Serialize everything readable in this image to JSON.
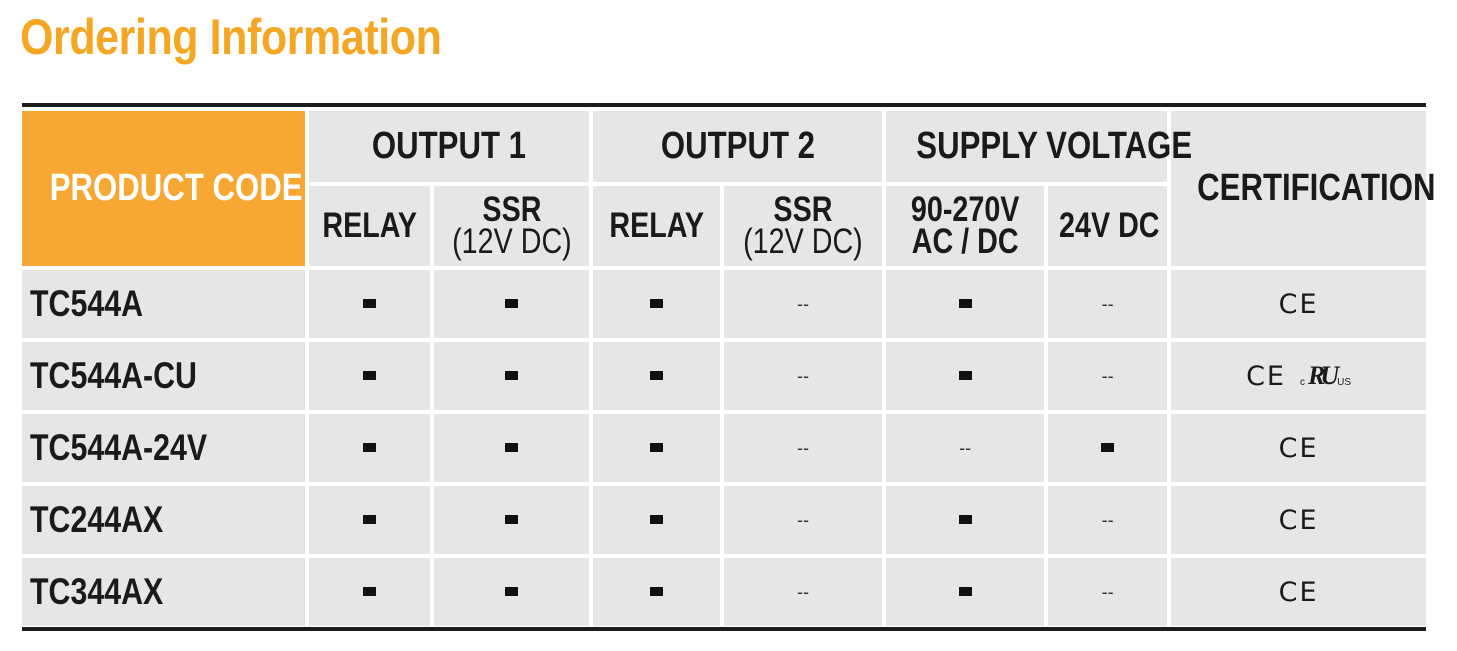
{
  "title": "Ordering Information",
  "header": {
    "product_code": "PRODUCT CODE",
    "output1": "OUTPUT 1",
    "output2": "OUTPUT 2",
    "supply_voltage": "SUPPLY VOLTAGE",
    "certification": "CERTIFICATION",
    "sub": {
      "relay": "RELAY",
      "ssr_line1": "SSR",
      "ssr_line2": "(12V DC)",
      "ac_line1": "90-270V",
      "ac_line2": "AC / DC",
      "dc24": "24V DC"
    }
  },
  "rows": [
    {
      "code": "TC544A",
      "cert": "CE",
      "ul": false
    },
    {
      "code": "TC544A-CU",
      "cert": "CE",
      "ul": true
    },
    {
      "code": "TC544A-24V",
      "cert": "CE",
      "ul": false
    },
    {
      "code": "TC244AX",
      "cert": "CE",
      "ul": false
    },
    {
      "code": "TC344AX",
      "cert": "CE",
      "ul": false
    }
  ],
  "cells": {
    "dash": "--",
    "ul_mark": "RU",
    "ul_c": "c",
    "ul_us": "US"
  },
  "marks": {
    "row0": [
      1,
      1,
      1,
      0,
      1,
      0
    ],
    "row1": [
      1,
      1,
      1,
      0,
      1,
      0
    ],
    "row2": [
      1,
      1,
      1,
      0,
      0,
      1
    ],
    "row3": [
      1,
      1,
      1,
      0,
      1,
      0
    ],
    "row4": [
      1,
      1,
      1,
      0,
      1,
      0
    ]
  },
  "colors": {
    "accent": "#F5A623",
    "header_bg": "#F7A833",
    "cell_bg": "#e6e6e6",
    "rule": "#1c1c1c"
  }
}
